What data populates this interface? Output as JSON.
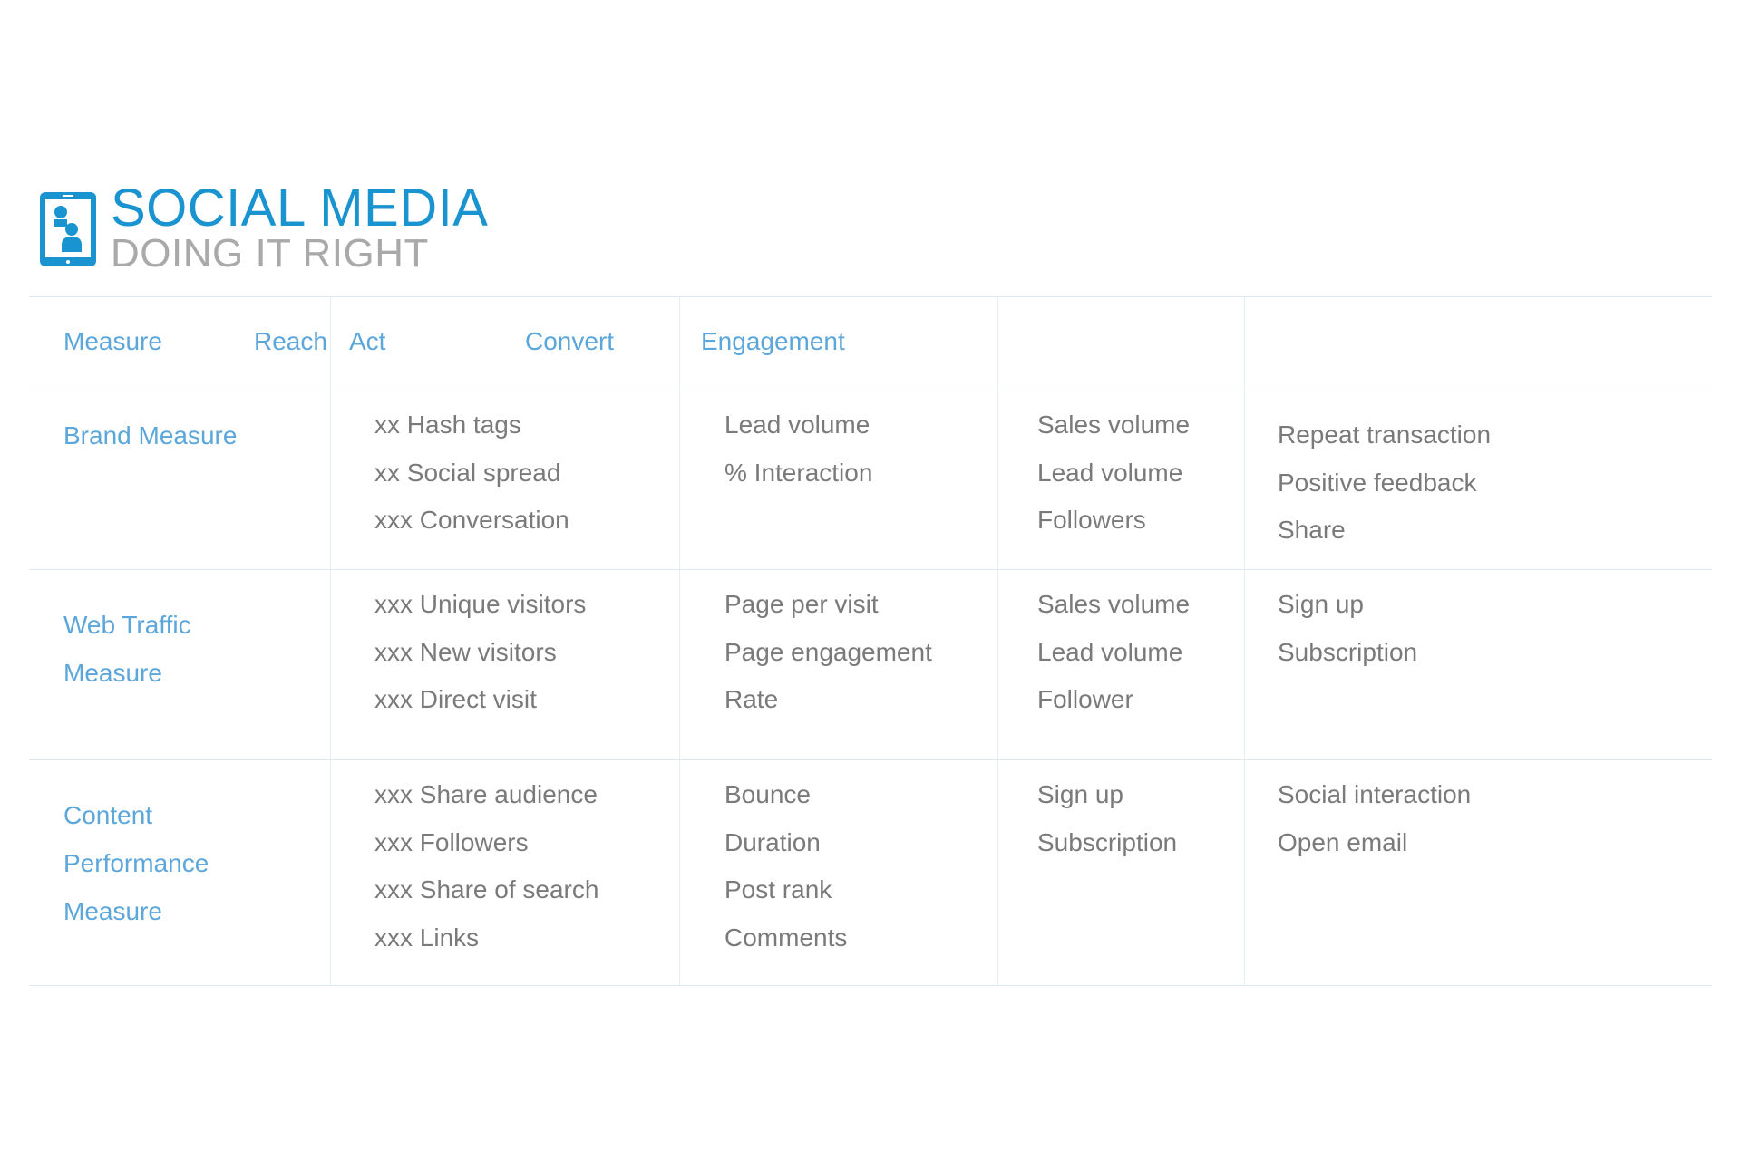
{
  "header": {
    "title": "SOCIAL MEDIA",
    "subtitle": "DOING IT RIGHT",
    "icon": "tablet-user-icon",
    "accent_color": "#1a94d0"
  },
  "table": {
    "headers": {
      "measure": "Measure",
      "reach": "Reach",
      "act": "Act",
      "convert": "Convert",
      "engagement": "Engagement"
    },
    "rows": [
      {
        "label": [
          "Brand Measure"
        ],
        "reach": [
          "xx Hash tags",
          "xx Social spread",
          "xxx Conversation"
        ],
        "act": [
          "Lead volume",
          "% Interaction"
        ],
        "convert": [
          "Sales volume",
          "Lead volume",
          "Followers"
        ],
        "engagement": [
          "Repeat transaction",
          "Positive feedback",
          "Share"
        ]
      },
      {
        "label": [
          "Web Traffic",
          "Measure"
        ],
        "reach": [
          "xxx Unique visitors",
          "xxx New visitors",
          "xxx Direct visit"
        ],
        "act": [
          "Page per visit",
          "Page engagement",
          "Rate"
        ],
        "convert": [
          "Sales volume",
          "Lead volume",
          "Follower"
        ],
        "engagement": [
          "Sign up",
          "Subscription"
        ]
      },
      {
        "label": [
          "Content",
          "Performance",
          "Measure"
        ],
        "reach": [
          "xxx Share audience",
          "xxx Followers",
          "xxx Share of search",
          "xxx Links"
        ],
        "act": [
          "Bounce",
          "Duration",
          "Post rank",
          "Comments"
        ],
        "convert": [
          "Sign up",
          "Subscription"
        ],
        "engagement": [
          "Social interaction",
          "Open email"
        ]
      }
    ]
  }
}
